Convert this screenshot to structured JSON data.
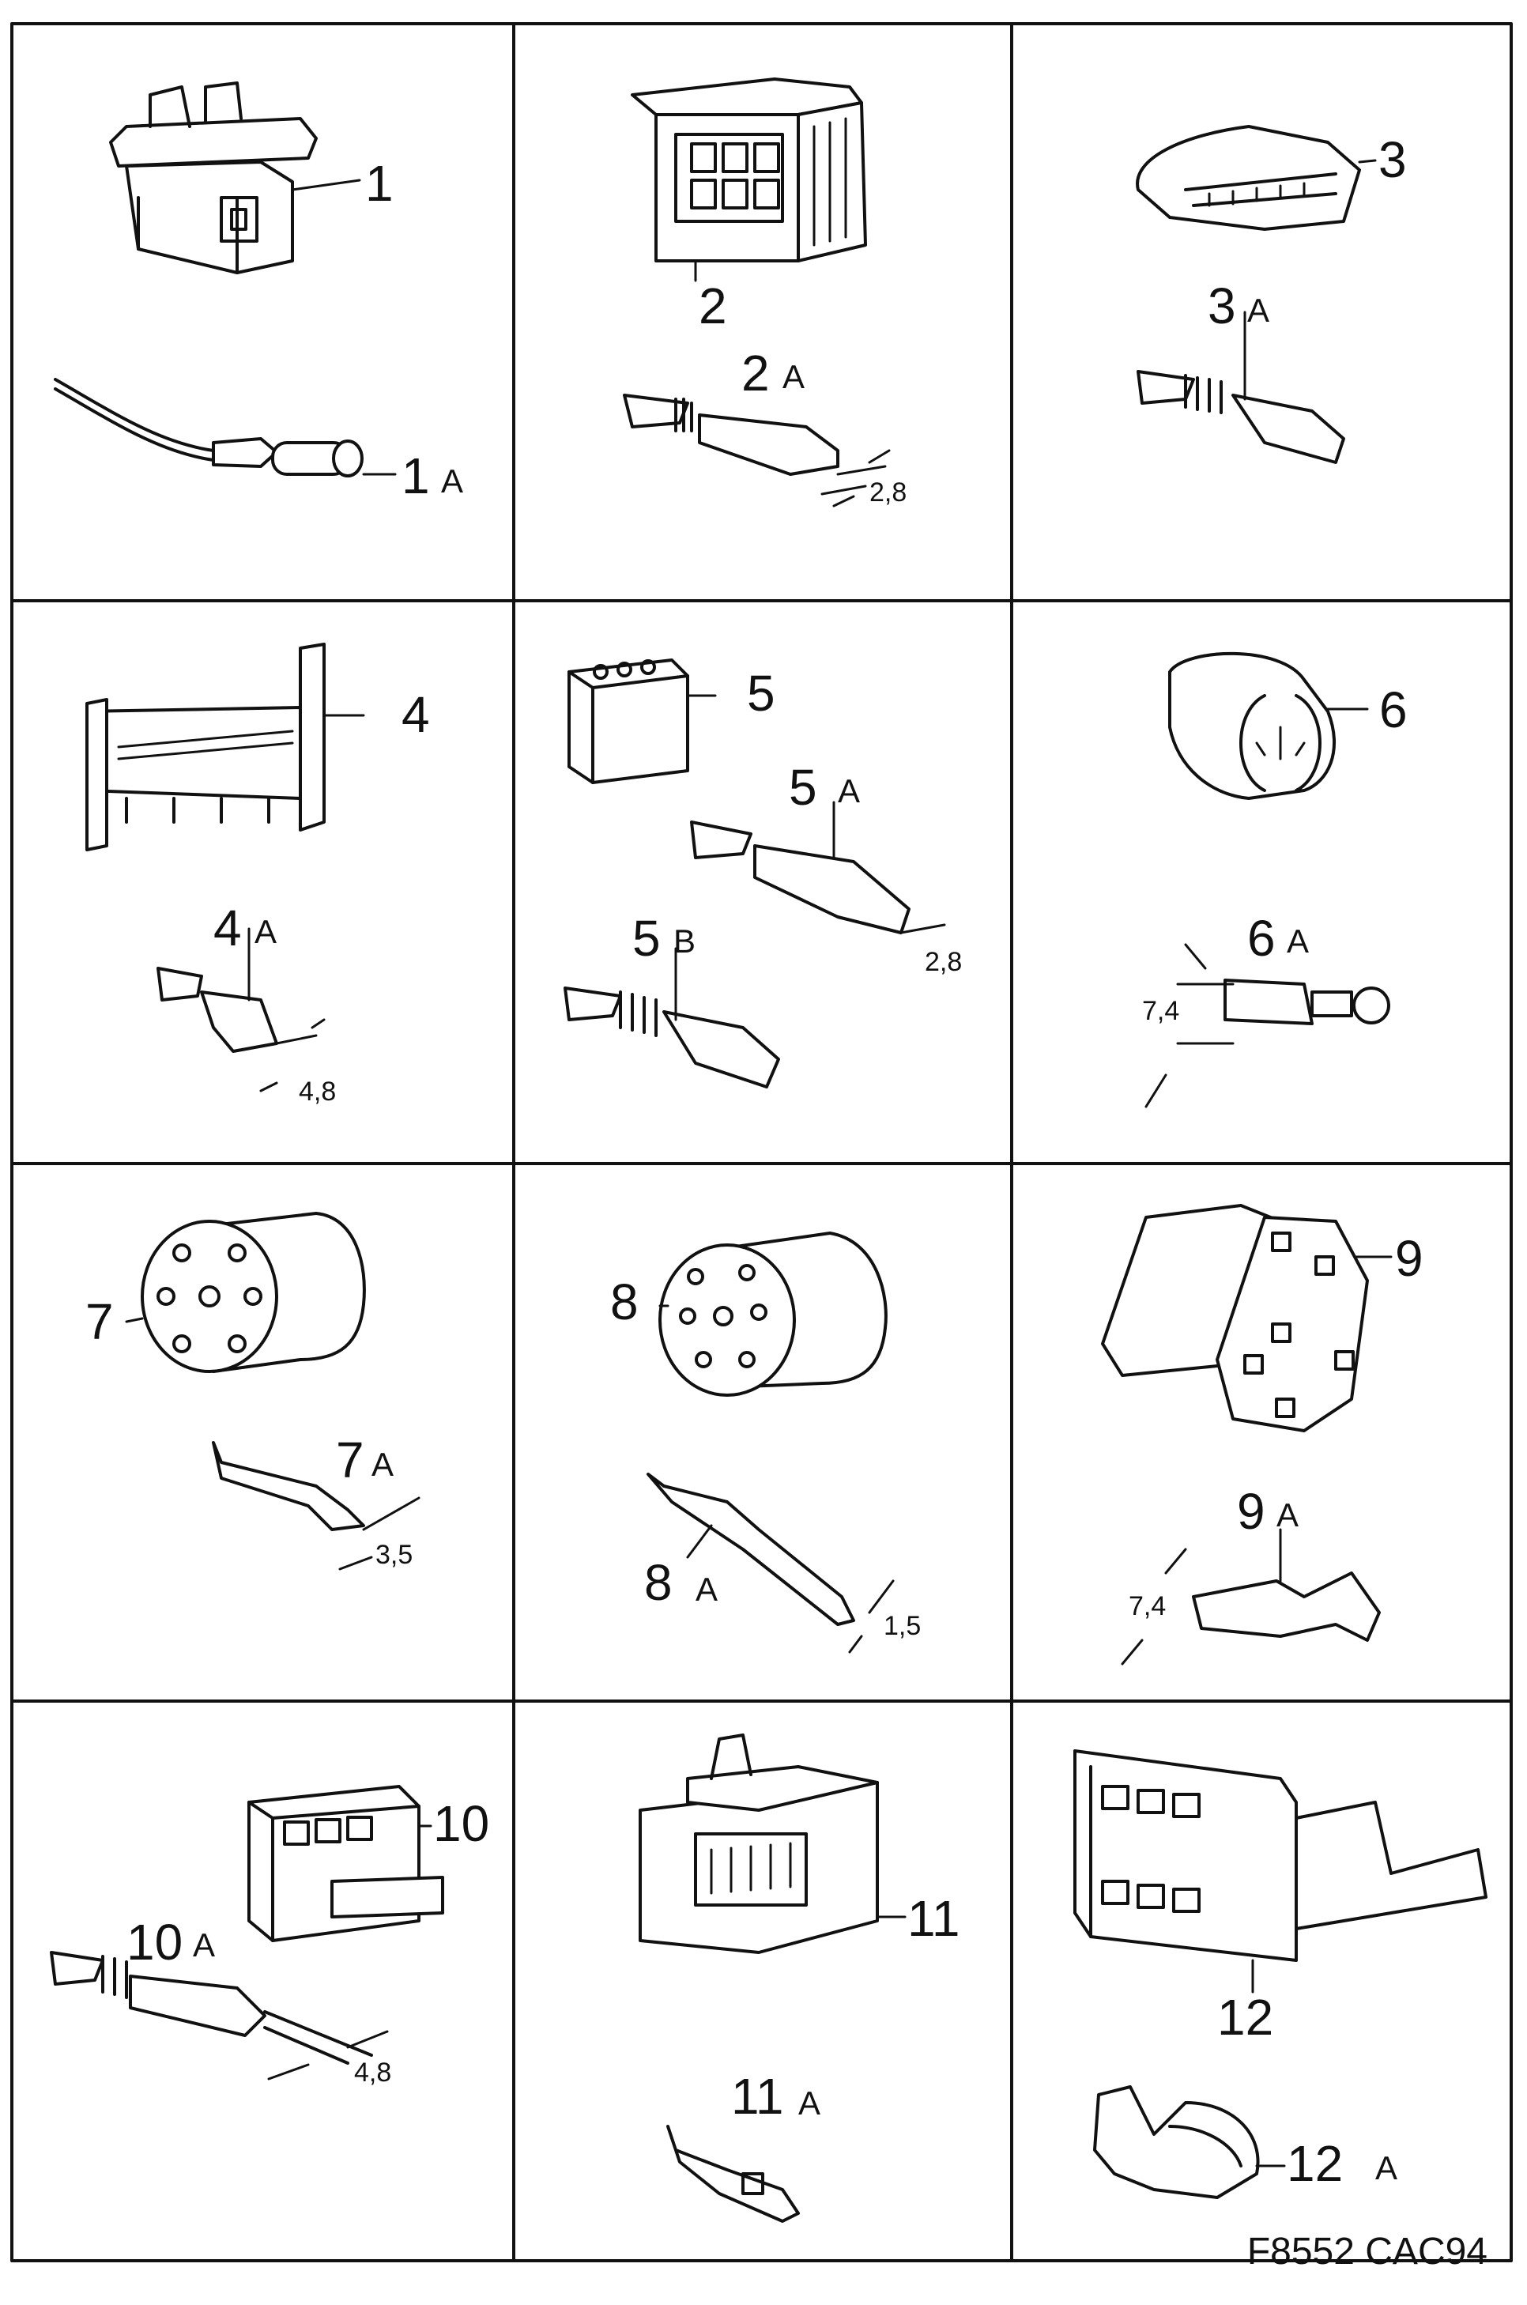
{
  "figure_ref": "F8552  CAC94",
  "cells": [
    {
      "id": "1",
      "connector_label": "1",
      "terminal_label": "1",
      "terminal_suffix": "A",
      "dimension": ""
    },
    {
      "id": "2",
      "connector_label": "2",
      "terminal_label": "2",
      "terminal_suffix": "A",
      "dimension": "2,8"
    },
    {
      "id": "3",
      "connector_label": "3",
      "terminal_label": "3",
      "terminal_suffix": "A",
      "dimension": ""
    },
    {
      "id": "4",
      "connector_label": "4",
      "terminal_label": "4",
      "terminal_suffix": "A",
      "dimension": "4,8"
    },
    {
      "id": "5",
      "connector_label": "5",
      "terminal_label": "5",
      "terminal_suffix": "A",
      "dimension": "2,8",
      "terminal_b_label": "5",
      "terminal_b_suffix": "B"
    },
    {
      "id": "6",
      "connector_label": "6",
      "terminal_label": "6",
      "terminal_suffix": "A",
      "dimension": "7,4"
    },
    {
      "id": "7",
      "connector_label": "7",
      "terminal_label": "7",
      "terminal_suffix": "A",
      "dimension": "3,5"
    },
    {
      "id": "8",
      "connector_label": "8",
      "terminal_label": "8",
      "terminal_suffix": "A",
      "dimension": "1,5"
    },
    {
      "id": "9",
      "connector_label": "9",
      "terminal_label": "9",
      "terminal_suffix": "A",
      "dimension": "7,4"
    },
    {
      "id": "10",
      "connector_label": "10",
      "terminal_label": "10",
      "terminal_suffix": "A",
      "dimension": "4,8"
    },
    {
      "id": "11",
      "connector_label": "11",
      "terminal_label": "11",
      "terminal_suffix": "A",
      "dimension": ""
    },
    {
      "id": "12",
      "connector_label": "12",
      "terminal_label": "12",
      "terminal_suffix": "A",
      "dimension": ""
    }
  ]
}
